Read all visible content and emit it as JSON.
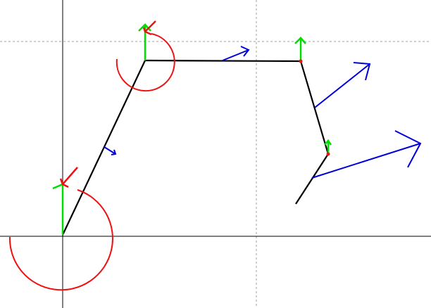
{
  "colors": {
    "background": "#ffffff",
    "axis": "#000000",
    "grid": "#a0a0a0",
    "link": "#000000",
    "moment": "#ee0000",
    "frame_y": "#00dd00",
    "frame_x": "#ee0000",
    "force": "#0000dd",
    "joint_point": "#ee0000"
  },
  "diagram": {
    "type": "planar-linkage-free-body",
    "joint_count": 4,
    "link_count": 4,
    "icons": [
      "moment-arc-icon",
      "frame-axes-icon",
      "force-arrow-icon",
      "joint-dot-icon"
    ]
  }
}
